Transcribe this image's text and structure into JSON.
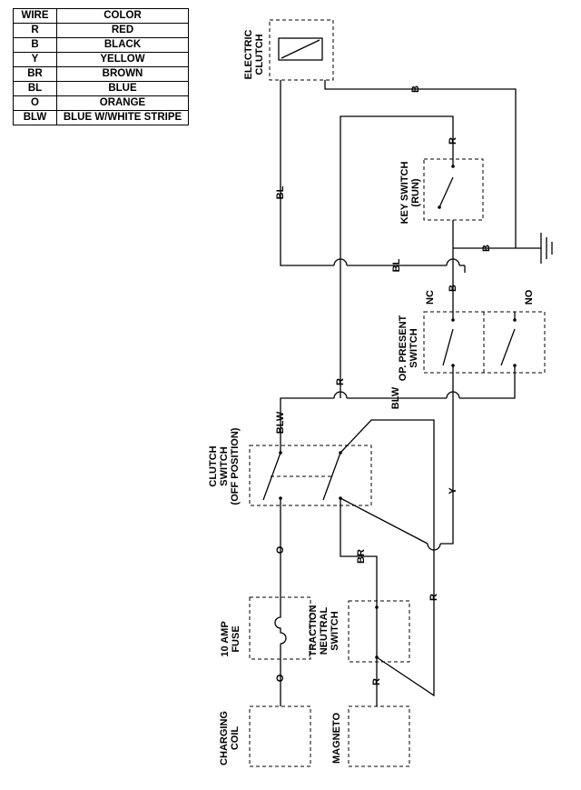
{
  "legend": {
    "headers": {
      "wire": "WIRE",
      "color": "COLOR"
    },
    "rows": [
      {
        "wire": "R",
        "color": "RED"
      },
      {
        "wire": "B",
        "color": "BLACK"
      },
      {
        "wire": "Y",
        "color": "YELLOW"
      },
      {
        "wire": "BR",
        "color": "BROWN"
      },
      {
        "wire": "BL",
        "color": "BLUE"
      },
      {
        "wire": "O",
        "color": "ORANGE"
      },
      {
        "wire": "BLW",
        "color": "BLUE W/WHITE STRIPE"
      }
    ]
  },
  "components": {
    "electric_clutch": [
      "ELECTRIC",
      "CLUTCH"
    ],
    "key_switch": [
      "KEY SWITCH",
      "(RUN)"
    ],
    "op_present_switch": [
      "OP. PRESENT",
      "SWITCH"
    ],
    "clutch_switch": [
      "CLUTCH",
      "SWITCH",
      "(OFF POSITION)"
    ],
    "fuse": [
      "10 AMP",
      "FUSE"
    ],
    "traction_switch": [
      "TRACTION",
      "NEUTRAL",
      "SWITCH"
    ],
    "charging_coil": [
      "CHARGING",
      "COIL"
    ],
    "magneto": [
      "MAGNETO"
    ]
  },
  "terminals": {
    "nc": "NC",
    "no": "NO"
  },
  "wire_labels": {
    "b_top": "B",
    "r_key": "R",
    "bl_left": "BL",
    "b_ground": "B",
    "bl_mid": "BL",
    "b_op": "B",
    "r_mid": "R",
    "blw_right": "BLW",
    "blw_left": "BLW",
    "y": "Y",
    "br": "BR",
    "o_top": "O",
    "o_bottom": "O",
    "r_bottom": "R",
    "r_right": "R"
  }
}
